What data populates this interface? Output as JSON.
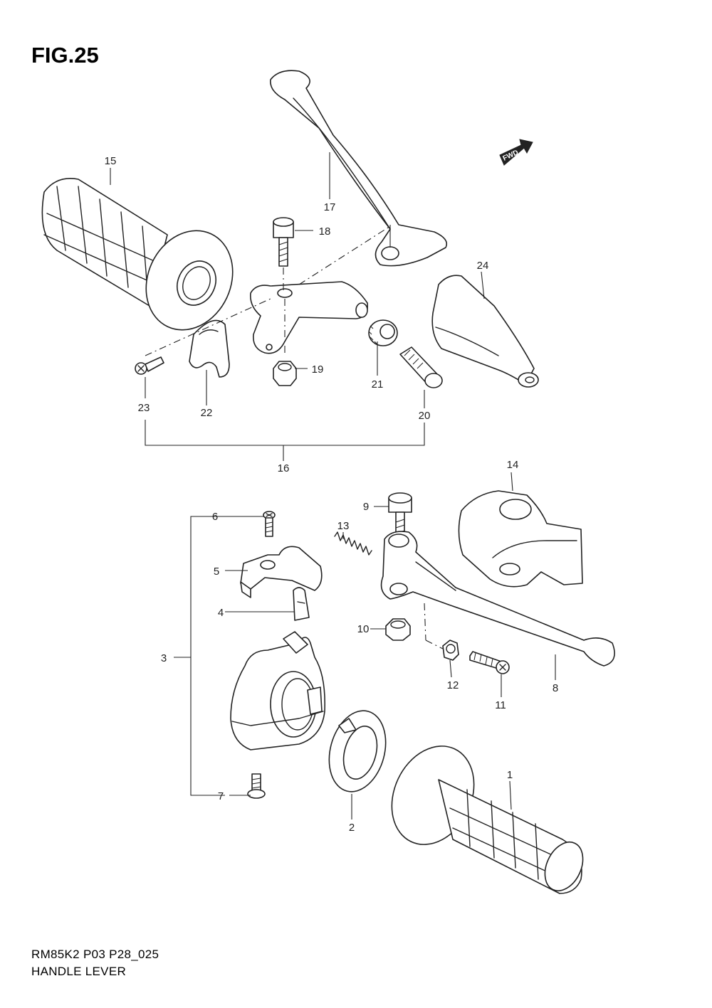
{
  "figure": {
    "title": "FIG.25",
    "code": "RM85K2 P03 P28_025",
    "subtitle": "HANDLE LEVER",
    "fwd_label": "FWD"
  },
  "callouts": {
    "c1": "1",
    "c2": "2",
    "c3": "3",
    "c4": "4",
    "c5": "5",
    "c6": "6",
    "c7": "7",
    "c8": "8",
    "c9": "9",
    "c10": "10",
    "c11": "11",
    "c12": "12",
    "c13": "13",
    "c14": "14",
    "c15": "15",
    "c16": "16",
    "c17": "17",
    "c18": "18",
    "c19": "19",
    "c20": "20",
    "c21": "21",
    "c22": "22",
    "c23": "23",
    "c24": "24"
  },
  "icons": {
    "fwd_arrow": "fwd-arrow-icon"
  }
}
